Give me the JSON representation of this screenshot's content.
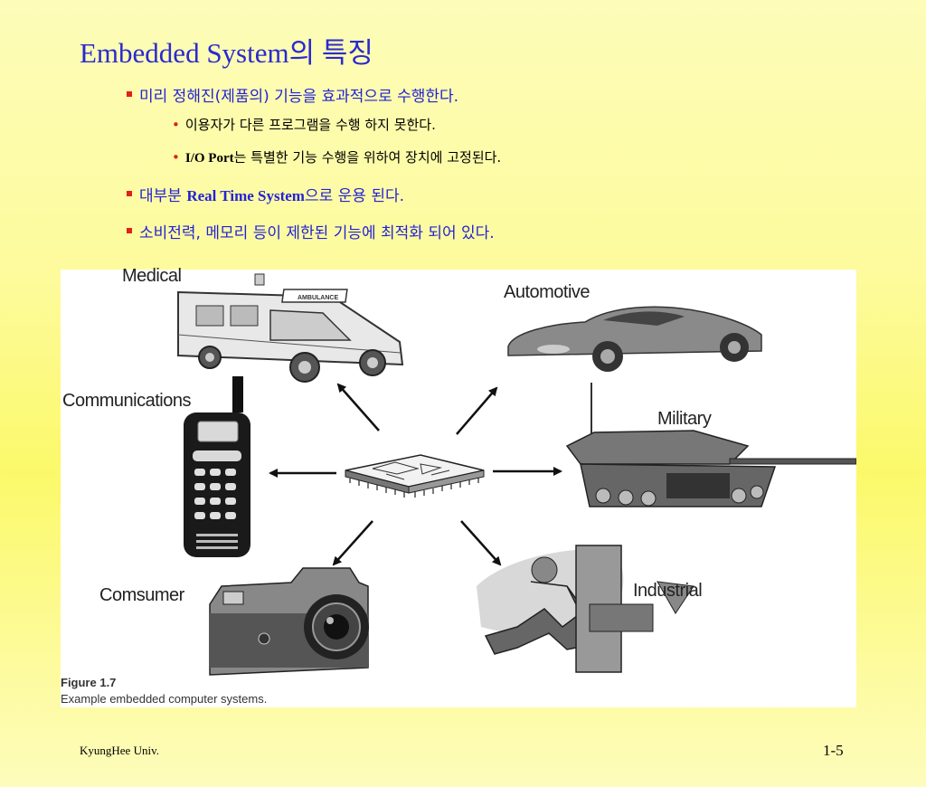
{
  "slide": {
    "title": "Embedded System의 특징",
    "bullets": [
      {
        "text": "미리 정해진(제품의) 기능을 효과적으로 수행한다."
      },
      {
        "text": "이용자가 다른 프로그램을 수행 하지 못한다."
      },
      {
        "strong": "I/O Port",
        "text": "는 특별한 기능 수행을 위하여 장치에 고정된다."
      },
      {
        "prefix": "대부분 ",
        "strong": "Real Time System",
        "text": "으로 운용 된다."
      },
      {
        "text": "소비전력, 메모리 등이 제한된 기능에 최적화 되어 있다."
      }
    ]
  },
  "figure": {
    "labels": {
      "medical": "Medical",
      "automotive": "Automotive",
      "communications": "Communications",
      "military": "Military",
      "consumer": "Comsumer",
      "industrial": "Industrial",
      "ambulance": "AMBULANCE"
    },
    "caption_title": "Figure 1.7",
    "caption_text": "Example embedded computer systems."
  },
  "footer": {
    "left": "KyungHee Univ.",
    "right": "1-5"
  },
  "colors": {
    "title": "#2a2acf",
    "bullet_level1": "#2323d6",
    "bullet_marker": "#e0201a"
  },
  "icons": [
    "ambulance-illustration",
    "car-illustration",
    "cell-phone-illustration",
    "tank-illustration",
    "camera-illustration",
    "worker-illustration",
    "microprocessor-chip-illustration"
  ]
}
